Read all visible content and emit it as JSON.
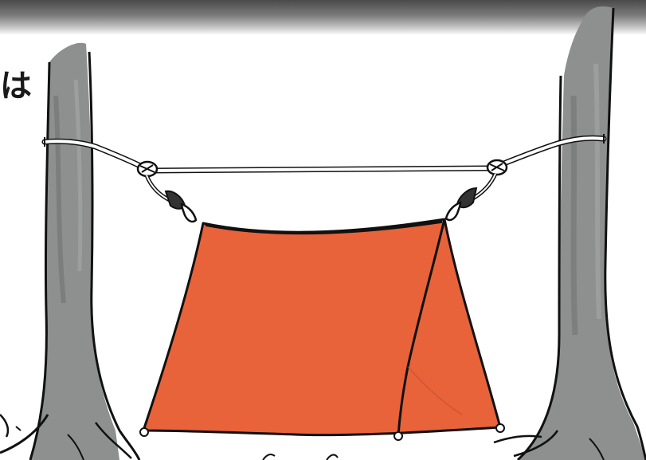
{
  "caption": {
    "partial_text": "は"
  },
  "colors": {
    "tarp": "#e8633a",
    "tree_bark": "#8e9090",
    "tree_outline": "#111111",
    "rope": "#ffffff",
    "header_band": "#5a5a5a"
  },
  "elements": {
    "trees": [
      "left-tree",
      "right-tree"
    ],
    "hardware": [
      "ridgeline-rope",
      "left-carabiner",
      "right-carabiner",
      "stakes"
    ],
    "shelter": "tarp-tent"
  }
}
